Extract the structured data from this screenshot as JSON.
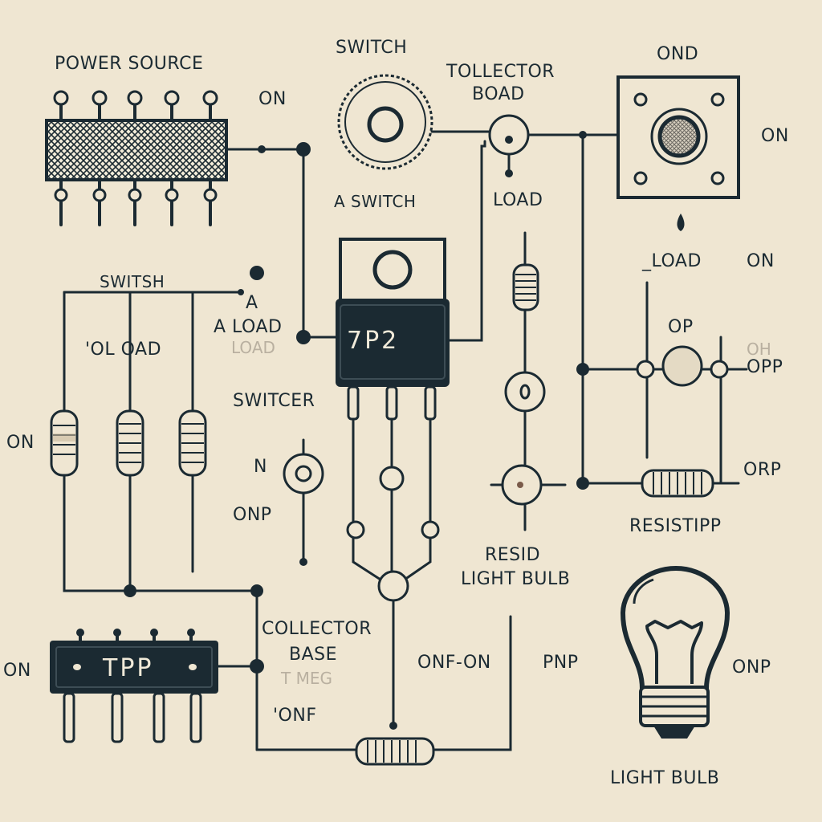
{
  "colors": {
    "ink": "#1b2a32",
    "paper": "#efe6d2",
    "band": "#c8b99c"
  },
  "labels": {
    "power_source": "POWER SOURCE",
    "on_top_left": "ON",
    "switch_top": "SWITCH",
    "a_switch": "A SWITCH",
    "collector_board_line1": "TOLLECTOR",
    "collector_board_line2": "BOAD",
    "load_top": "LOAD",
    "ond": "OND",
    "on_right_top": "ON",
    "load_right": "_LOAD",
    "on_right_mid": "ON",
    "switsh": "SWITSH",
    "a": "A",
    "a_load": "A LOAD",
    "load_faint": "LOAD",
    "ol_oad": "'OL OAD",
    "switcer": "SWITCER",
    "on_left": "ON",
    "n": "N",
    "onp_left": "ONP",
    "op": "OP",
    "opp_faint": "OH",
    "opp": "OPP",
    "orp": "ORP",
    "resistipp": "RESISTIPP",
    "resid": "RESID",
    "light_bulb_mid": "LIGHT BULB",
    "collector": "COLLECTOR",
    "base": "BASE",
    "faint_bottom": "T MEG",
    "onf": "'ONF",
    "onf_on": "ONF-ON",
    "pnp": "PNP",
    "on_bottom_left": "ON",
    "onp_right": "ONP",
    "light_bulb_bottom": "LIGHT BULB",
    "chip_main": "7P2",
    "chip_bottom": "TPP"
  }
}
